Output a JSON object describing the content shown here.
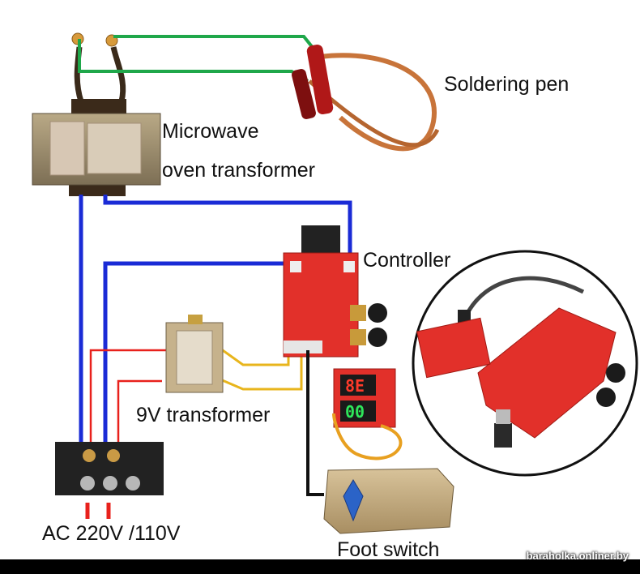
{
  "labels": {
    "soldering_pen": "Soldering pen",
    "mot_line1": "Microwave",
    "mot_line2": "oven transformer",
    "controller": "Controller",
    "small_transformer": "9V transformer",
    "mains": "AC 220V /110V",
    "foot_switch": "Foot switch"
  },
  "display": {
    "top_digits": "8E",
    "bottom_digits": "00"
  },
  "watermark": "baraholka.onliner.by",
  "colors": {
    "blue_wire": "#1a2bd6",
    "green_wire": "#1fa74a",
    "red_wire": "#e8211c",
    "yellow_wire": "#e8b51c",
    "black_wire": "#111111",
    "board_red": "#e2302a"
  }
}
